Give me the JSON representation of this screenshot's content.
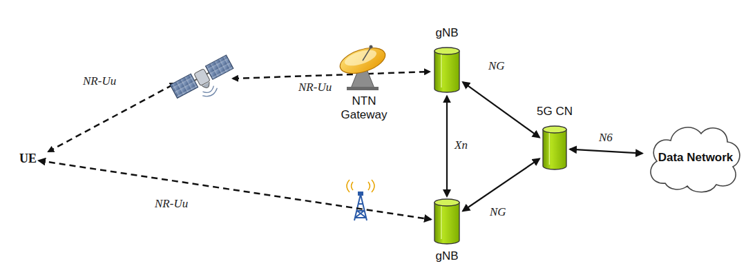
{
  "diagram": {
    "nodes": [
      {
        "text": [
          "UE"
        ]
      },
      {
        "text": [
          "NTN Gateway"
        ]
      },
      {
        "text": [
          "gNB"
        ]
      },
      {
        "text": [
          "gNB"
        ]
      },
      {
        "text": [
          "5G CN"
        ]
      },
      {
        "text": [
          "Data Network"
        ]
      }
    ],
    "edges": [
      {
        "from": 0,
        "to": 3,
        "arrow": "both",
        "label": "NR-Uu"
      },
      {
        "from": 2,
        "to": 4,
        "arrow": "both",
        "label": "NG"
      },
      {
        "from": 2,
        "to": 3,
        "arrow": "both",
        "label": "Xn"
      },
      {
        "from": 3,
        "to": 4,
        "arrow": "both",
        "label": "NG"
      },
      {
        "from": 4,
        "to": 5,
        "arrow": "both",
        "label": "N6"
      }
    ],
    "labels": [
      "NR-Uu",
      "NR-Uu"
    ]
  }
}
